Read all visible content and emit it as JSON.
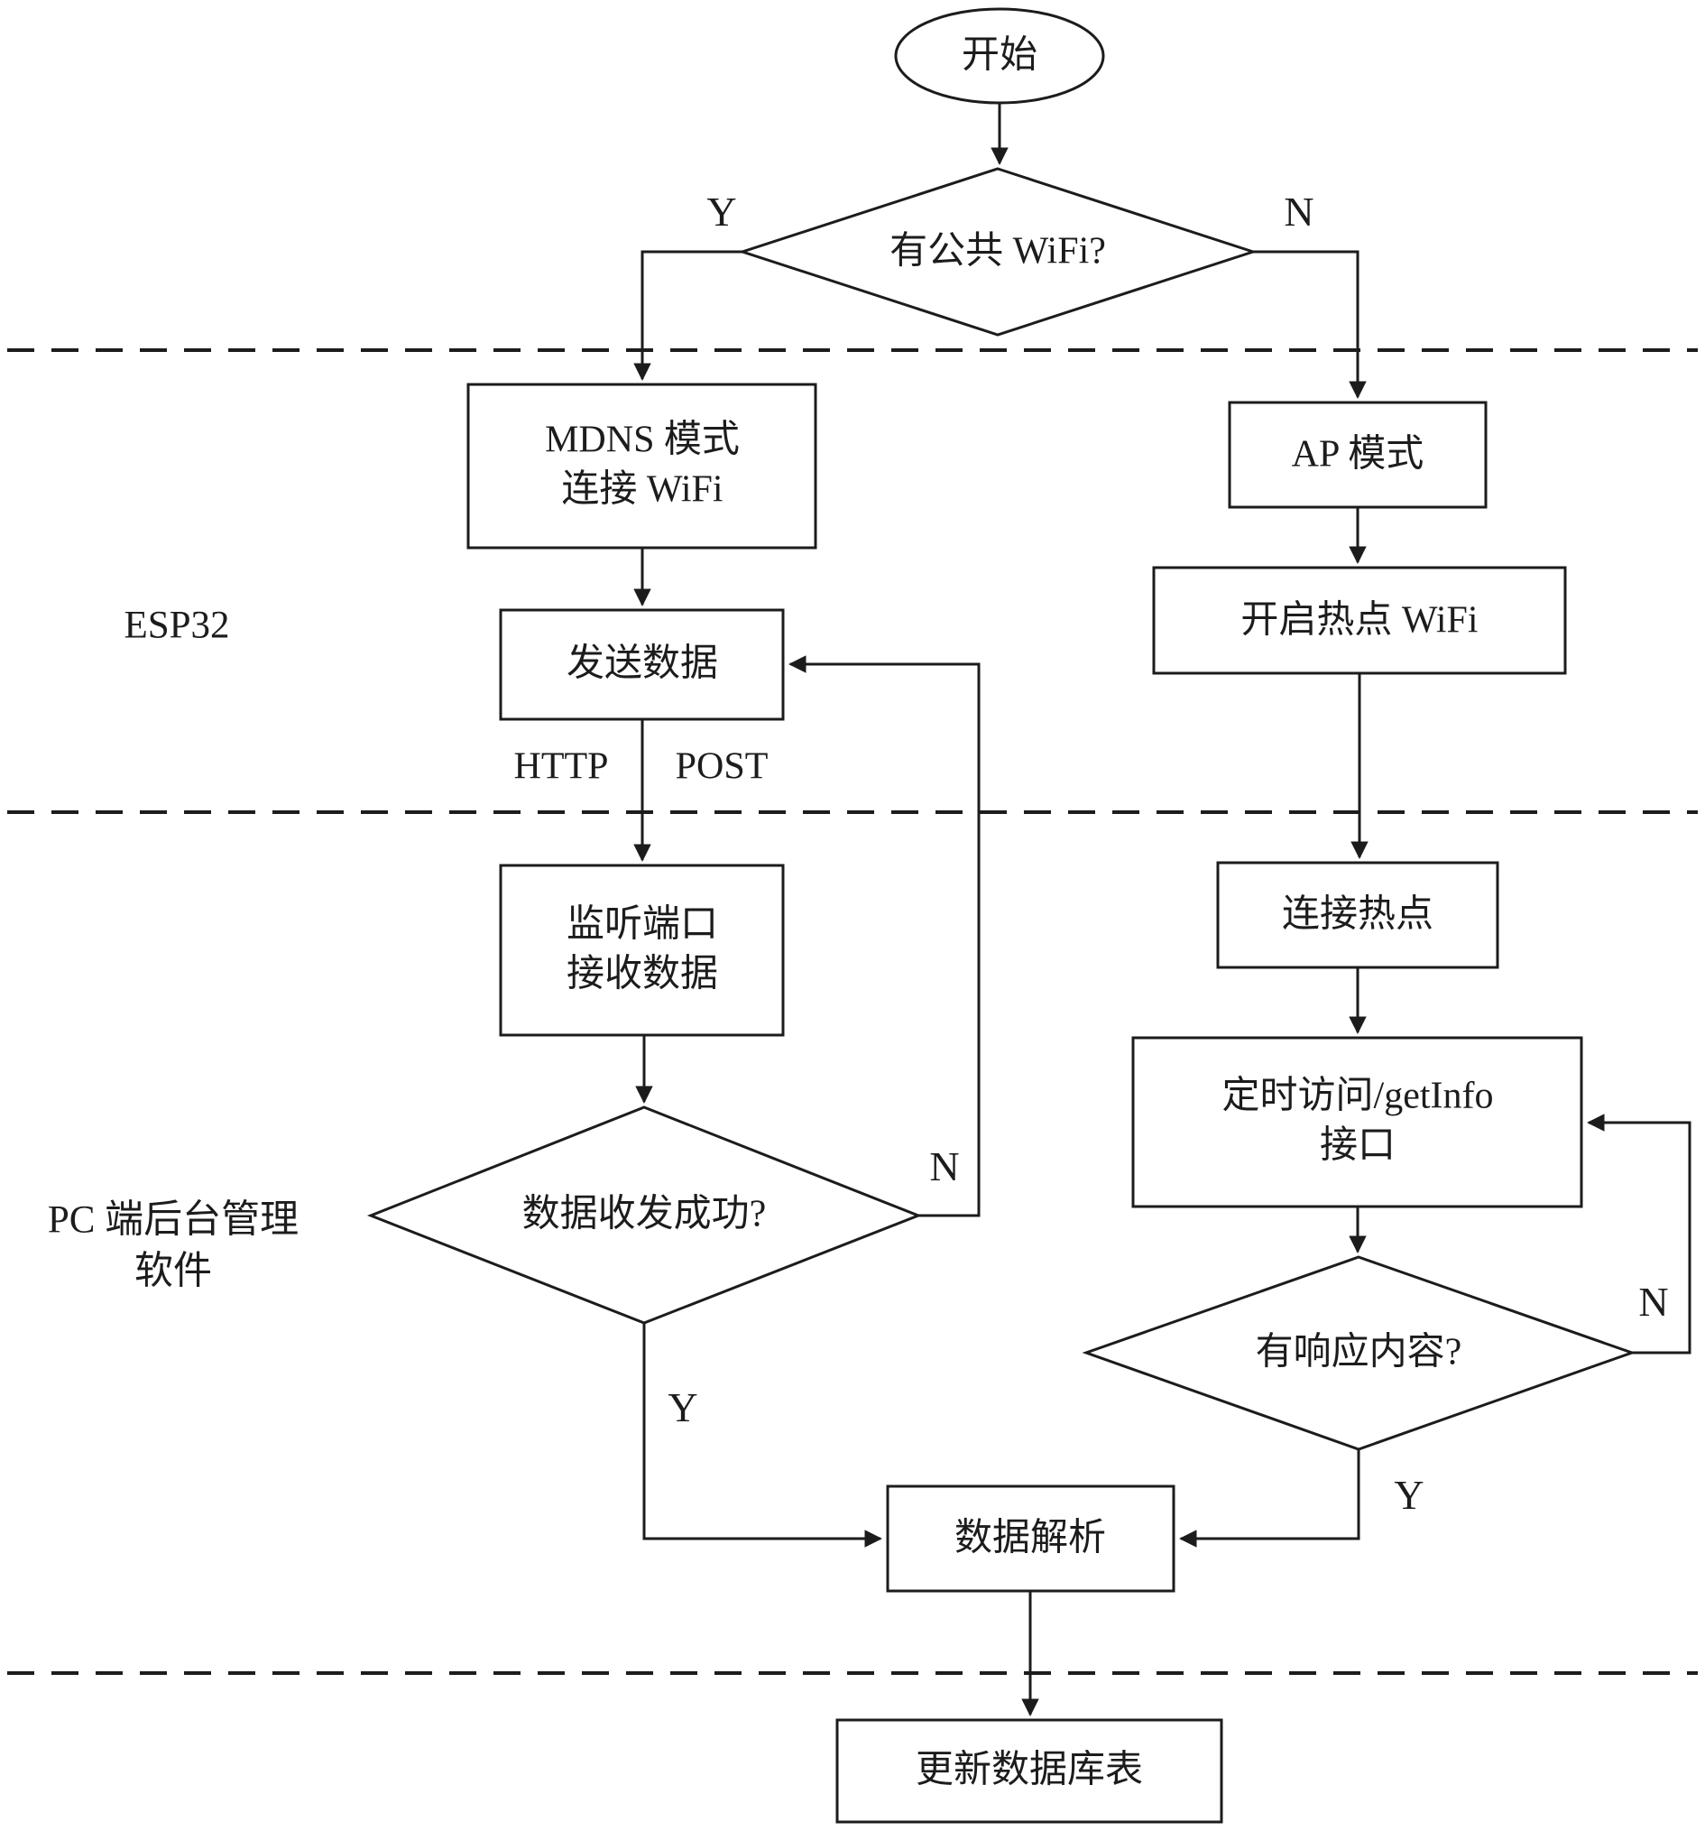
{
  "diagram": {
    "stroke_color": "#1c1c1c",
    "side_labels": {
      "esp32": "ESP32",
      "pc_backend": "PC 端后台管理\n软件"
    },
    "nodes": {
      "start": "开始",
      "has_public_wifi": "有公共 WiFi?",
      "mdns_connect": "MDNS 模式\n连接 WiFi",
      "send_data": "发送数据",
      "listen_port": "监听端口\n接收数据",
      "send_success": "数据收发成功?",
      "ap_mode": "AP 模式",
      "open_hotspot": "开启热点 WiFi",
      "connect_hotspot": "连接热点",
      "timed_access": "定时访问/getInfo\n接口",
      "has_response": "有响应内容?",
      "parse_data": "数据解析",
      "update_db": "更新数据库表"
    },
    "protocol": {
      "left": "HTTP",
      "right": "POST"
    },
    "edge_labels": {
      "wifi_yes": "Y",
      "wifi_no": "N",
      "send_fail_n": "N",
      "send_ok_y": "Y",
      "resp_no_n": "N",
      "resp_yes_y": "Y"
    }
  }
}
